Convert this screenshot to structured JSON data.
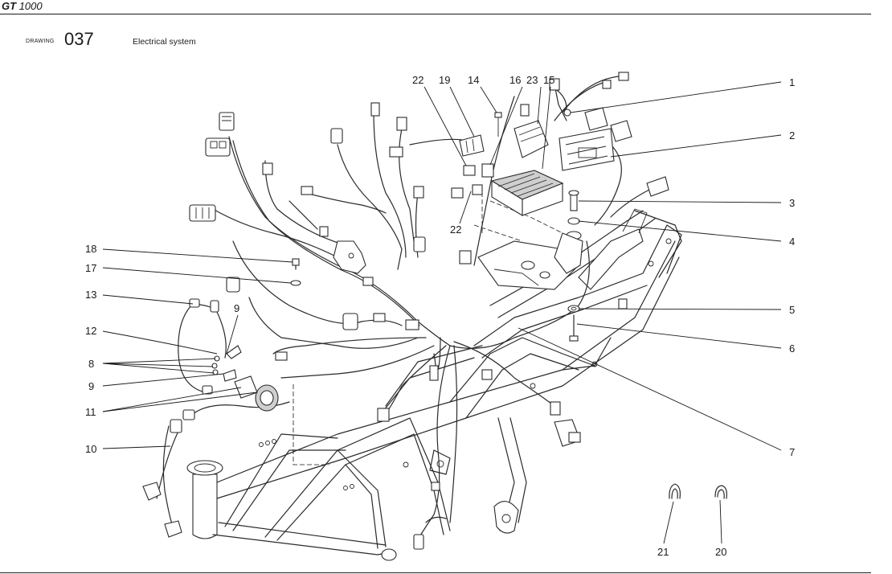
{
  "header": {
    "model_bold": "GT",
    "model_rest": "1000",
    "drawing_word": "DRAWING",
    "drawing_number": "037",
    "drawing_title": "Electrical system"
  },
  "callouts": [
    "1",
    "2",
    "3",
    "4",
    "5",
    "6",
    "7",
    "8",
    "9",
    "9",
    "10",
    "11",
    "12",
    "13",
    "14",
    "15",
    "16",
    "17",
    "18",
    "19",
    "20",
    "21",
    "22",
    "22",
    "23"
  ]
}
